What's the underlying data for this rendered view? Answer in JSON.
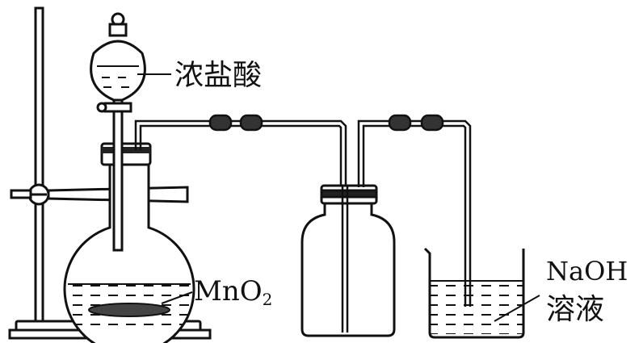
{
  "labels": {
    "hcl": "浓盐酸",
    "mno2_base": "MnO",
    "mno2_sub": "2",
    "naoh_line1": "NaOH",
    "naoh_line2": "溶液"
  },
  "colors": {
    "stroke": "#111111",
    "paper": "#ffffff",
    "stopper": "#222222",
    "hose": "#333333"
  }
}
